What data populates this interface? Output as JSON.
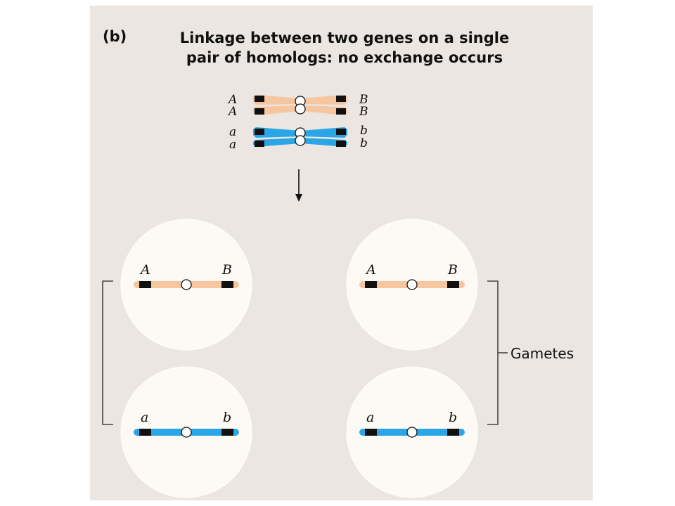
{
  "panel_label": "(b)",
  "title_lines": [
    "Linkage between two genes on a single",
    "pair of homologs: no exchange occurs"
  ],
  "tetrad": {
    "left_labels": [
      "A",
      "A",
      "a",
      "a"
    ],
    "right_labels": [
      "B",
      "B",
      "b",
      "b"
    ]
  },
  "gametes": [
    {
      "left": "A",
      "right": "B"
    },
    {
      "left": "a",
      "right": "b"
    },
    {
      "left": "A",
      "right": "B"
    },
    {
      "left": "a",
      "right": "b"
    }
  ],
  "gametes_label": "Gametes",
  "colors": {
    "background": "#ebe6e1",
    "cell": "#fdfaf6",
    "dominant_chromosome": "#f5c6a0",
    "recessive_chromosome": "#2aa6e6",
    "gene_band": "#111111"
  }
}
